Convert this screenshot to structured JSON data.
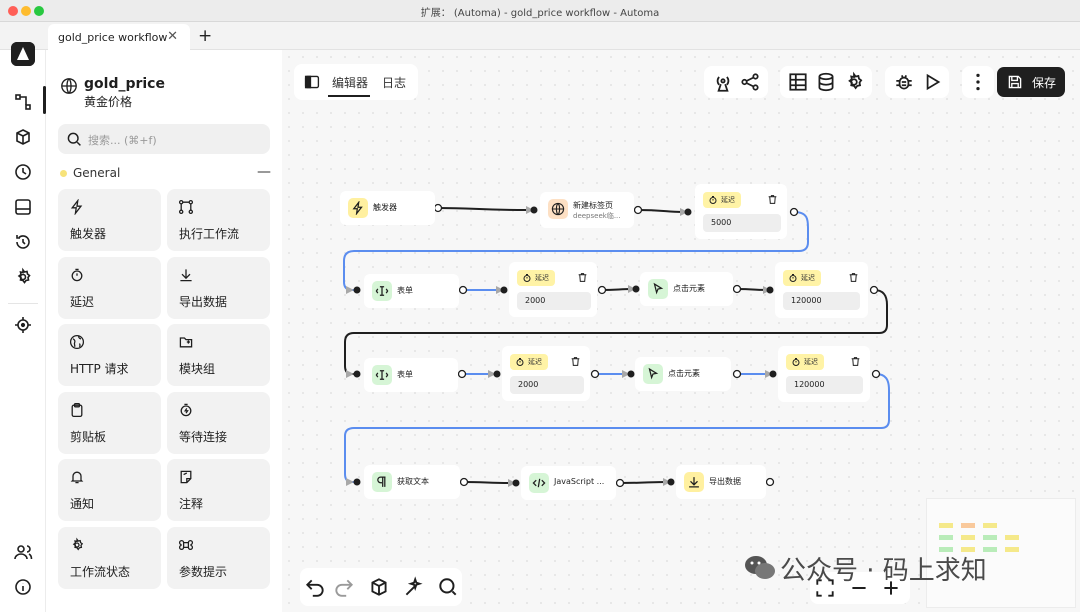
{
  "window": {
    "title": "扩展： (Automa) - gold_price workflow - Automa"
  },
  "tabs": [
    {
      "label": "gold_price workflow"
    }
  ],
  "rail": {
    "items": [
      "workflows",
      "packages",
      "schedule",
      "storage",
      "logs",
      "settings",
      "element-picker",
      "team",
      "about"
    ]
  },
  "workflow": {
    "name": "gold_price",
    "description": "黄金价格"
  },
  "search": {
    "placeholder": "搜索... (⌘+f)"
  },
  "block_group": {
    "label": "General",
    "blocks": [
      {
        "label": "触发器",
        "icon": "bolt-icon"
      },
      {
        "label": "执行工作流",
        "icon": "flow-icon"
      },
      {
        "label": "延迟",
        "icon": "timer-icon"
      },
      {
        "label": "导出数据",
        "icon": "download-icon"
      },
      {
        "label": "HTTP 请求",
        "icon": "globe-icon"
      },
      {
        "label": "模块组",
        "icon": "folder-icon"
      },
      {
        "label": "剪贴板",
        "icon": "clipboard-icon"
      },
      {
        "label": "等待连接",
        "icon": "stopwatch-icon"
      },
      {
        "label": "通知",
        "icon": "bell-icon"
      },
      {
        "label": "注释",
        "icon": "note-icon"
      },
      {
        "label": "工作流状态",
        "icon": "gear-icon"
      },
      {
        "label": "参数提示",
        "icon": "command-icon"
      }
    ]
  },
  "editor": {
    "tab_editor": "编辑器",
    "tab_logs": "日志",
    "save": "保存"
  },
  "nodes": {
    "trigger": {
      "label": "触发器"
    },
    "newtab": {
      "label": "新建标签页",
      "sub": "deepseek临..."
    },
    "delay_tag": "延迟",
    "delay1": "5000",
    "form1": "表单",
    "delay2": "2000",
    "click1": "点击元素",
    "delay3": "120000",
    "form2": "表单",
    "delay4": "2000",
    "click2": "点击元素",
    "delay5": "120000",
    "gettext": "获取文本",
    "js": "JavaScript ...",
    "export": "导出数据"
  },
  "watermark": {
    "text": "公众号 · 码上求知"
  },
  "colors": {
    "accent_dark": "#1f1f1f",
    "edge_blue": "#5b8def",
    "delay_yellow": "#fff3a6"
  }
}
